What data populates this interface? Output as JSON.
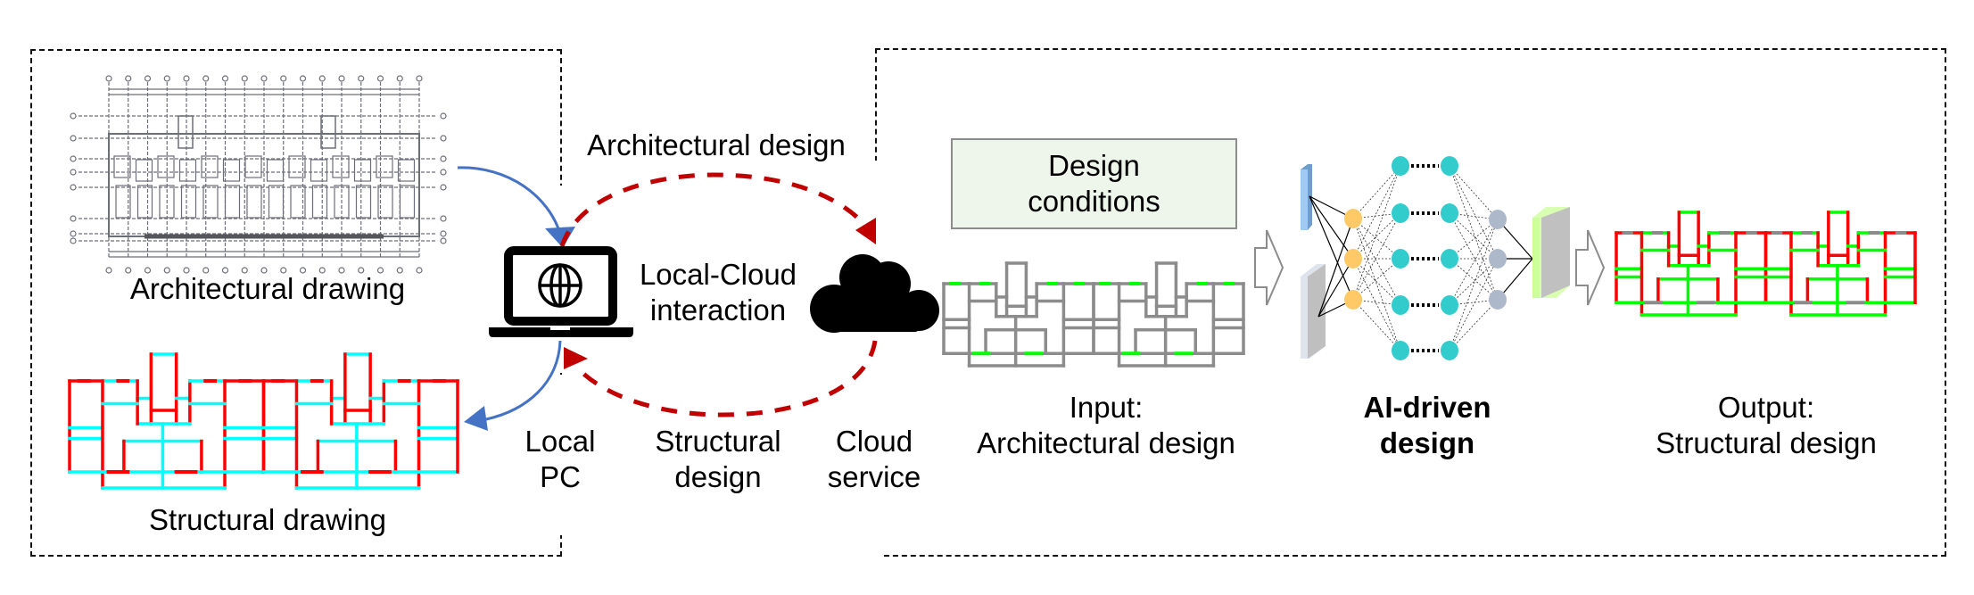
{
  "left_panel": {
    "architectural_drawing_label": "Architectural drawing",
    "structural_drawing_label": "Structural drawing"
  },
  "middle": {
    "top_arrow_label": "Architectural design",
    "center_label_line1": "Local-Cloud",
    "center_label_line2": "interaction",
    "local_pc_line1": "Local",
    "local_pc_line2": "PC",
    "structural_line1": "Structural",
    "structural_line2": "design",
    "cloud_line1": "Cloud",
    "cloud_line2": "service"
  },
  "right_panel": {
    "design_conditions_line1": "Design",
    "design_conditions_line2": "conditions",
    "input_line1": "Input:",
    "input_line2": "Architectural design",
    "ai_line1": "AI-driven",
    "ai_line2": "design",
    "output_line1": "Output:",
    "output_line2": "Structural design"
  },
  "icons": {
    "laptop": "laptop-globe-icon",
    "cloud": "cloud-icon",
    "neural_network": "neural-network-icon"
  },
  "colors": {
    "flow_arrow": "#4472c4",
    "interaction_arrow": "#c00000",
    "struct_beam_cyan": "#00ffff",
    "struct_wall_red": "#ff0000",
    "wall_green": "#00ff00",
    "wall_gray": "#8c8c8c",
    "nn_input_node": "#fec966",
    "nn_hidden_node": "#33cccc",
    "nn_output_node": "#adb9ca",
    "conditions_fill": "#eef5ea"
  }
}
